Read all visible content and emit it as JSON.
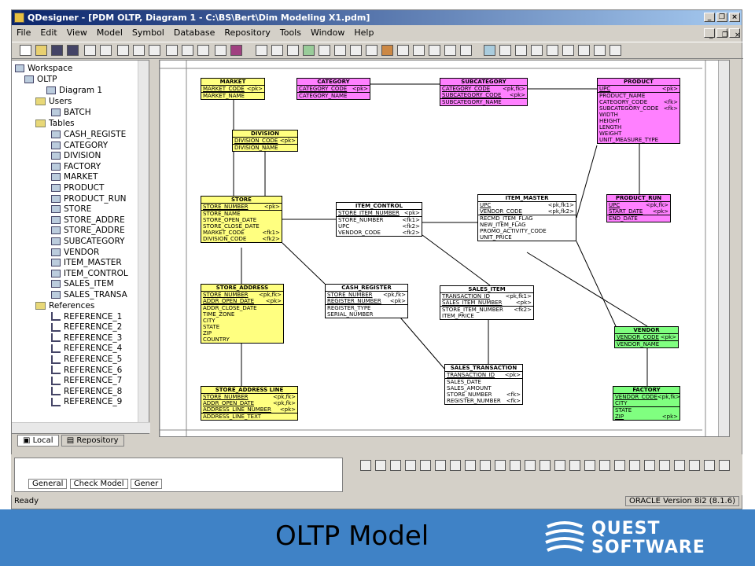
{
  "window": {
    "title": "QDesigner - [PDM OLTP, Diagram 1 - C:\\BS\\Bert\\Dim Modeling X1.pdm]"
  },
  "menu": [
    "File",
    "Edit",
    "View",
    "Model",
    "Symbol",
    "Database",
    "Repository",
    "Tools",
    "Window",
    "Help"
  ],
  "tree": {
    "root": "Workspace",
    "model": "OLTP",
    "diagram": "Diagram 1",
    "users": "Users",
    "user": "BATCH",
    "tables_label": "Tables",
    "tables": [
      "CASH_REGISTE",
      "CATEGORY",
      "DIVISION",
      "FACTORY",
      "MARKET",
      "PRODUCT",
      "PRODUCT_RUN",
      "STORE",
      "STORE_ADDRE",
      "STORE_ADDRE",
      "SUBCATEGORY",
      "VENDOR",
      "ITEM_MASTER",
      "ITEM_CONTROL",
      "SALES_ITEM",
      "SALES_TRANSA"
    ],
    "refs_label": "References",
    "refs": [
      "REFERENCE_1",
      "REFERENCE_2",
      "REFERENCE_3",
      "REFERENCE_4",
      "REFERENCE_5",
      "REFERENCE_6",
      "REFERENCE_7",
      "REFERENCE_8",
      "REFERENCE_9"
    ]
  },
  "left_tabs": [
    "Local",
    "Repository"
  ],
  "bottom_tabs": [
    "General",
    "Check Model",
    "Gener"
  ],
  "status": {
    "left": "Ready",
    "right": "ORACLE Version 8i2 (8.1.6)"
  },
  "footer": {
    "title": "OLTP Model",
    "brand1": "QUEST",
    "brand2": "SOFTWARE"
  },
  "entities": {
    "market": {
      "name": "MARKET",
      "rows": [
        [
          "MARKET_CODE",
          "<pk>"
        ],
        [
          "MARKET_NAME",
          ""
        ]
      ]
    },
    "category": {
      "name": "CATEGORY",
      "rows": [
        [
          "CATEGORY_CODE",
          "<pk>"
        ],
        [
          "CATEGORY_NAME",
          ""
        ]
      ]
    },
    "subcategory": {
      "name": "SUBCATEGORY",
      "rows": [
        [
          "CATEGORY_CODE",
          "<pk,fk>"
        ],
        [
          "SUBCATEGORY_CODE",
          "<pk>"
        ],
        [
          "SUBCATEGORY_NAME",
          ""
        ]
      ]
    },
    "product": {
      "name": "PRODUCT",
      "rows": [
        [
          "UPC",
          "<pk>"
        ],
        [
          "PRODUCT_NAME",
          ""
        ],
        [
          "CATEGORY_CODE",
          "<fk>"
        ],
        [
          "SUBCATEGORY_CODE",
          "<fk>"
        ],
        [
          "WIDTH",
          ""
        ],
        [
          "HEIGHT",
          ""
        ],
        [
          "LENGTH",
          ""
        ],
        [
          "WEIGHT",
          ""
        ],
        [
          "UNIT_MEASURE_TYPE",
          ""
        ]
      ]
    },
    "division": {
      "name": "DIVISION",
      "rows": [
        [
          "DIVISION_CODE",
          "<pk>"
        ],
        [
          "DIVISION_NAME",
          ""
        ]
      ]
    },
    "store": {
      "name": "STORE",
      "rows": [
        [
          "STORE_NUMBER",
          "<pk>"
        ],
        [
          "STORE_NAME",
          ""
        ],
        [
          "STORE_OPEN_DATE",
          ""
        ],
        [
          "STORE_CLOSE_DATE",
          ""
        ],
        [
          "MARKET_CODE",
          "<fk1>"
        ],
        [
          "DIVISION_CODE",
          "<fk2>"
        ]
      ]
    },
    "item_control": {
      "name": "ITEM_CONTROL",
      "rows": [
        [
          "STORE_ITEM_NUMBER",
          "<pk>"
        ],
        [
          "STORE_NUMBER",
          "<fk1>"
        ],
        [
          "UPC",
          "<fk2>"
        ],
        [
          "VENDOR_CODE",
          "<fk2>"
        ]
      ]
    },
    "item_master": {
      "name": "ITEM_MASTER",
      "rows": [
        [
          "UPC",
          "<pk,fk1>"
        ],
        [
          "VENDOR_CODE",
          "<pk,fk2>"
        ],
        [
          "RECMD_ITEM_FLAG",
          ""
        ],
        [
          "NEW_ITEM_FLAG",
          ""
        ],
        [
          "PROMO_ACTIVITY_CODE",
          ""
        ],
        [
          "UNIT_PRICE",
          ""
        ]
      ]
    },
    "product_run": {
      "name": "PRODUCT_RUN",
      "rows": [
        [
          "UPC",
          "<pk,fk>"
        ],
        [
          "START_DATE",
          "<pk>"
        ],
        [
          "END_DATE",
          ""
        ]
      ]
    },
    "store_address": {
      "name": "STORE_ADDRESS",
      "rows": [
        [
          "STORE_NUMBER",
          "<pk,fk>"
        ],
        [
          "ADDR_OPEN_DATE",
          "<pk>"
        ],
        [
          "ADDR_CLOSE_DATE",
          ""
        ],
        [
          "TIME_ZONE",
          ""
        ],
        [
          "CITY",
          ""
        ],
        [
          "STATE",
          ""
        ],
        [
          "ZIP",
          ""
        ],
        [
          "COUNTRY",
          ""
        ]
      ]
    },
    "cash_register": {
      "name": "CASH_REGISTER",
      "rows": [
        [
          "STORE_NUMBER",
          "<pk,fk>"
        ],
        [
          "REGISTER_NUMBER",
          "<pk>"
        ],
        [
          "REGISTER_TYPE",
          ""
        ],
        [
          "SERIAL_NUMBER",
          ""
        ]
      ]
    },
    "sales_item": {
      "name": "SALES_ITEM",
      "rows": [
        [
          "TRANSACTION_ID",
          "<pk,fk1>"
        ],
        [
          "SALES_ITEM_NUMBER",
          "<pk>"
        ],
        [
          "STORE_ITEM_NUMBER",
          "<fk2>"
        ],
        [
          "ITEM_PRICE",
          ""
        ]
      ]
    },
    "vendor": {
      "name": "VENDOR",
      "rows": [
        [
          "VENDOR_CODE",
          "<pk>"
        ],
        [
          "VENDOR_NAME",
          ""
        ]
      ]
    },
    "sales_transaction": {
      "name": "SALES_TRANSACTION",
      "rows": [
        [
          "TRANSACTION_ID",
          "<pk>"
        ],
        [
          "SALES_DATE",
          ""
        ],
        [
          "SALES_AMOUNT",
          ""
        ],
        [
          "STORE_NUMBER",
          "<fk>"
        ],
        [
          "REGISTER_NUMBER",
          "<fk>"
        ]
      ]
    },
    "store_address_line": {
      "name": "STORE_ADDRESS LINE",
      "rows": [
        [
          "STORE_NUMBER",
          "<pk,fk>"
        ],
        [
          "ADDR_OPEN_DATE",
          "<pk,fk>"
        ],
        [
          "ADDRESS_LINE_NUMBER",
          "<pk>"
        ],
        [
          "ADDRESS_LINE_TEXT",
          ""
        ]
      ]
    },
    "factory": {
      "name": "FACTORY",
      "rows": [
        [
          "VENDOR_CODE",
          "<pk,fk>"
        ],
        [
          "CITY",
          ""
        ],
        [
          "STATE",
          ""
        ],
        [
          "ZIP",
          "<pk>"
        ]
      ]
    }
  }
}
